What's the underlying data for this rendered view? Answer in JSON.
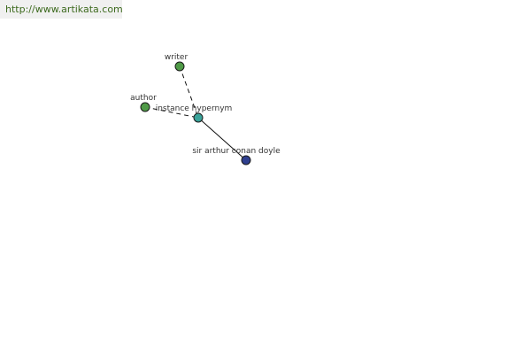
{
  "header": {
    "url": "http://www.artikata.com"
  },
  "graph": {
    "nodes": [
      {
        "id": "writer",
        "label": "writer",
        "color": "#4f9a47"
      },
      {
        "id": "author",
        "label": "author",
        "color": "#4f9a47"
      },
      {
        "id": "hub",
        "label": "instance hypernym",
        "color": "#3aa39a"
      },
      {
        "id": "doyle",
        "label": "sir arthur conan doyle",
        "color": "#2f3f8f"
      }
    ],
    "edges": [
      {
        "from": "writer",
        "to": "hub",
        "style": "dashed"
      },
      {
        "from": "author",
        "to": "hub",
        "style": "dashed"
      },
      {
        "from": "hub",
        "to": "doyle",
        "style": "solid"
      }
    ]
  }
}
